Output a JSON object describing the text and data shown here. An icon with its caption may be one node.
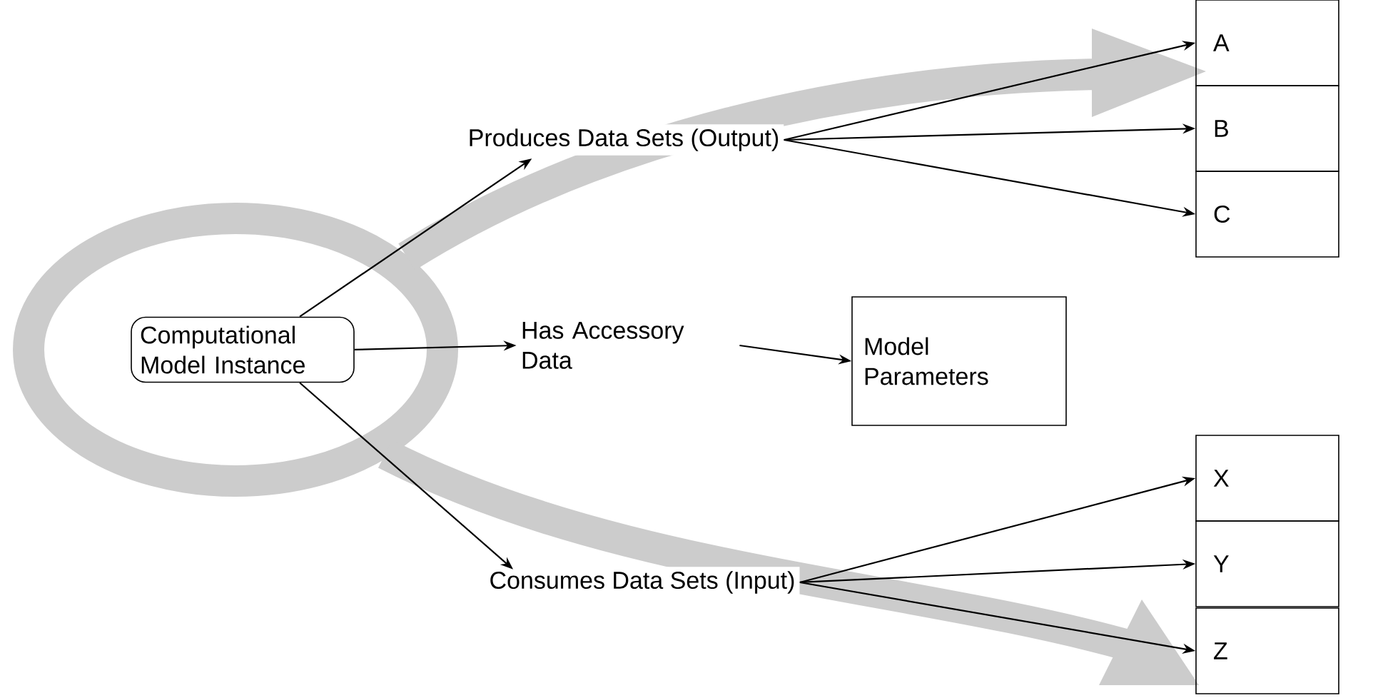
{
  "diagram": {
    "nodes": [
      {
        "text": [
          "Computational Model Instance"
        ]
      },
      {
        "text": [
          "Produces Data Sets (Output)"
        ]
      },
      {
        "text": [
          "Has Accessory Data"
        ]
      },
      {
        "text": [
          "Model Parameters"
        ]
      },
      {
        "text": [
          "Consumes Data Sets (Input)"
        ]
      },
      {
        "text": [
          "A"
        ]
      },
      {
        "text": [
          "B"
        ]
      },
      {
        "text": [
          "C"
        ]
      },
      {
        "text": [
          "X"
        ]
      },
      {
        "text": [
          "Y"
        ]
      },
      {
        "text": [
          "Z"
        ]
      }
    ],
    "edges": [
      {
        "from": 0,
        "to": 1,
        "arrow": "to"
      },
      {
        "from": 0,
        "to": 2,
        "arrow": "to"
      },
      {
        "from": 2,
        "to": 3,
        "arrow": "to"
      },
      {
        "from": 0,
        "to": 4,
        "arrow": "to"
      },
      {
        "from": 1,
        "to": 5,
        "arrow": "to"
      },
      {
        "from": 1,
        "to": 6,
        "arrow": "to"
      },
      {
        "from": 1,
        "to": 7,
        "arrow": "to"
      },
      {
        "from": 4,
        "to": 8,
        "arrow": "to"
      },
      {
        "from": 4,
        "to": 9,
        "arrow": "to"
      },
      {
        "from": 4,
        "to": 10,
        "arrow": "to"
      }
    ]
  }
}
